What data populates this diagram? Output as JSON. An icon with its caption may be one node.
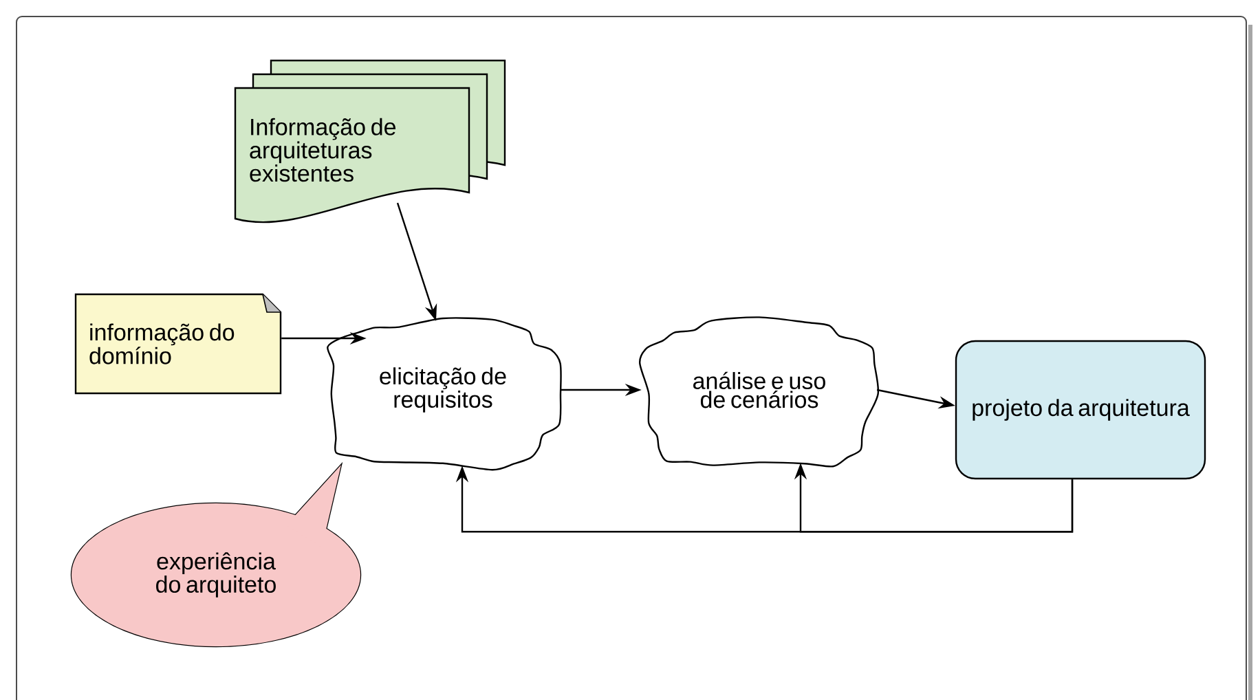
{
  "diagram": {
    "nodes": [
      {
        "text": [
          "Informação de arquiteturas existentes"
        ]
      },
      {
        "text": [
          "informação do domínio"
        ]
      },
      {
        "text": [
          "elicitação de requisitos"
        ]
      },
      {
        "text": [
          "análise e uso de cenários"
        ]
      },
      {
        "text": [
          "projeto da arquitetura"
        ]
      },
      {
        "text": [
          "experiência do arquiteto"
        ]
      }
    ],
    "edges": [
      {
        "from": 0,
        "to": 2,
        "arrow": "to"
      },
      {
        "from": 1,
        "to": 2,
        "arrow": "to"
      },
      {
        "from": 2,
        "to": 3,
        "arrow": "to"
      },
      {
        "from": 3,
        "to": 4,
        "arrow": "to"
      },
      {
        "from": 4,
        "to": 2,
        "arrow": "to"
      },
      {
        "from": 4,
        "to": 3,
        "arrow": "to"
      }
    ]
  }
}
